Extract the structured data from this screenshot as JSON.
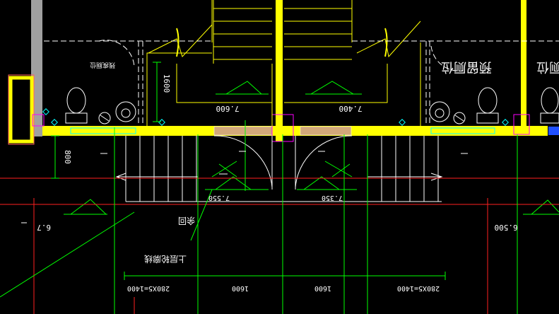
{
  "drawing": {
    "labels": {
      "room_left": "残疾厕位",
      "room_mid": "预留厕位",
      "room_right": "预留厕位",
      "len_1600": "1600",
      "len_800": "800",
      "elev_left": "7.600",
      "elev_right": "7.400",
      "elev_mid_left": "7.550",
      "elev_mid_right": "7.350",
      "side_left": "6.7",
      "side_right": "6.500",
      "note_railing": "余回",
      "note_contour": "上层轮廓线",
      "dim_a": "280X5=1400",
      "dim_b": "1600",
      "dim_c": "1600",
      "dim_d": "280X5=1400"
    },
    "colors": {
      "background": "#000000",
      "wall": "#ffff00",
      "line": "#ffff00",
      "green": "#00ff00",
      "cyan": "#00ffff",
      "red": "#ff0000",
      "magenta": "#ff00ff",
      "grey": "#a0a0a0",
      "tan": "#d2a87a",
      "white": "#ffffff",
      "blue": "#2050ff"
    }
  }
}
